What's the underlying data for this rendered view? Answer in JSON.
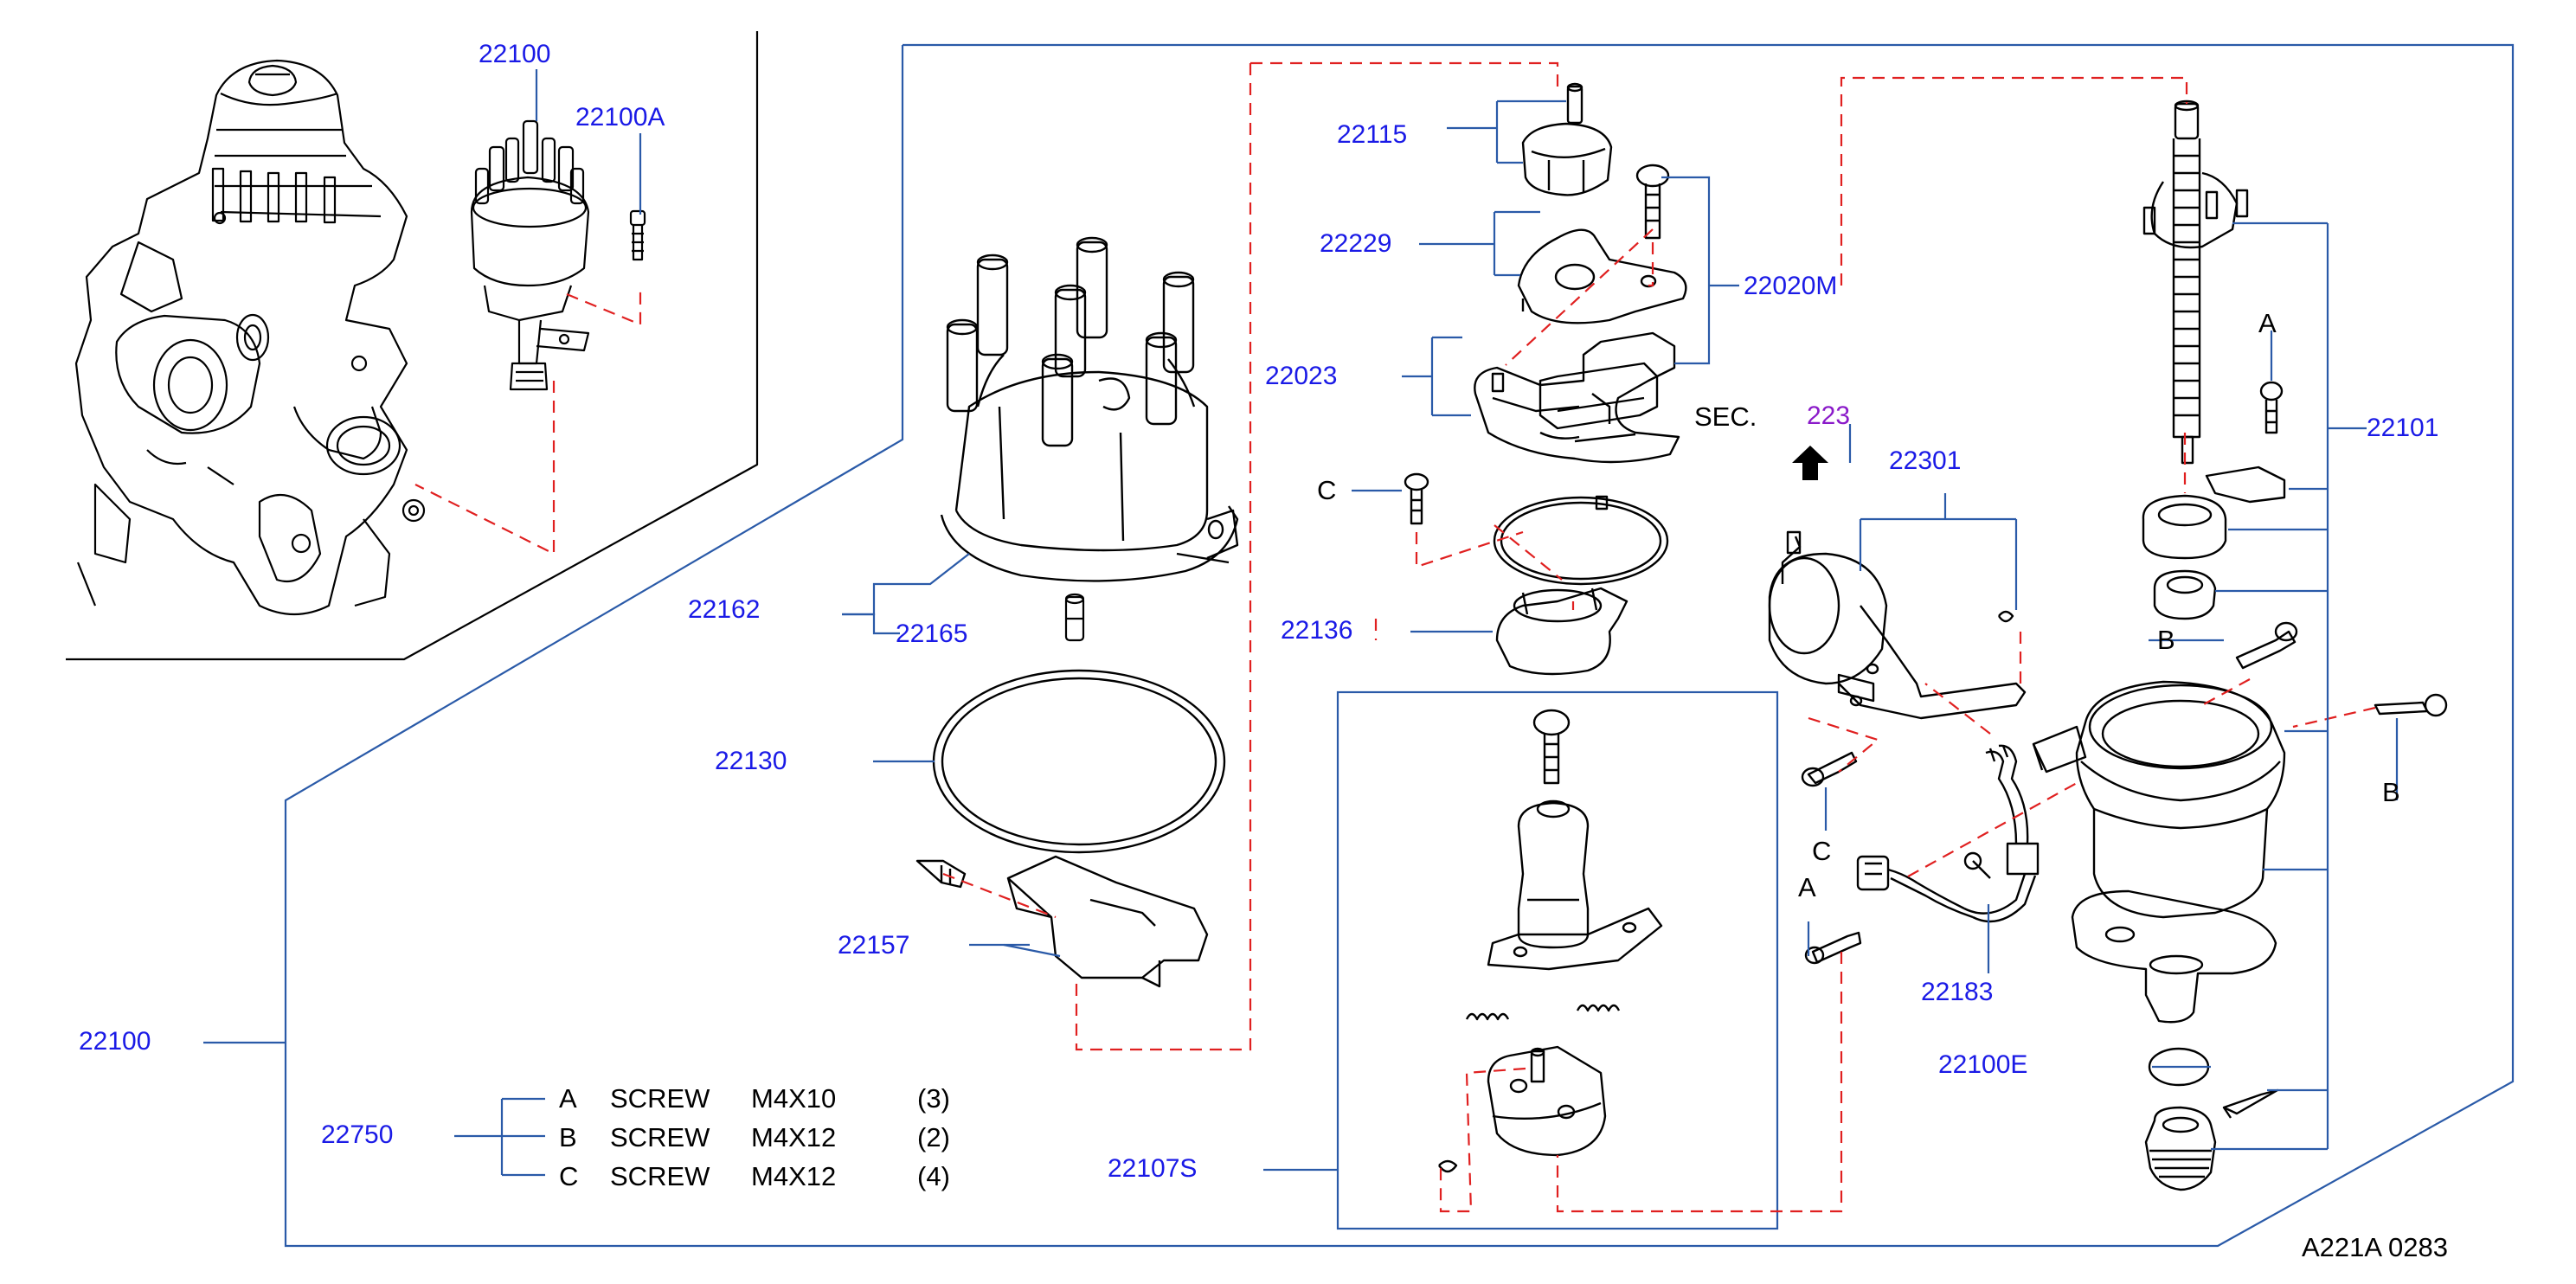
{
  "diagram_code": "A221A 0283",
  "section_ref": {
    "label": "SEC.",
    "number": "223"
  },
  "parts": {
    "p22100_top": "22100",
    "p22100A": "22100A",
    "p22115": "22115",
    "p22229": "22229",
    "p22020M": "22020M",
    "p22023": "22023",
    "p22101": "22101",
    "p22301": "22301",
    "p22162": "22162",
    "p22165": "22165",
    "p22136": "22136",
    "p22130": "22130",
    "p22157": "22157",
    "p22100_main": "22100",
    "p22183": "22183",
    "p22100E": "22100E",
    "p22107S": "22107S",
    "p22750": "22750"
  },
  "letters": {
    "a1": "A",
    "a2": "A",
    "b1": "B",
    "b2": "B",
    "c1": "C",
    "c2": "C"
  },
  "screw_table": [
    {
      "key": "A",
      "type": "SCREW",
      "size": "M4X10",
      "qty": "(3)"
    },
    {
      "key": "B",
      "type": "SCREW",
      "size": "M4X12",
      "qty": "(2)"
    },
    {
      "key": "C",
      "type": "SCREW",
      "size": "M4X12",
      "qty": "(4)"
    }
  ],
  "colors": {
    "label": "#1a1ae6",
    "leader": "#2a5aa8",
    "dashed": "#e02020",
    "drawing": "#000000",
    "section": "#8a1ac9"
  }
}
